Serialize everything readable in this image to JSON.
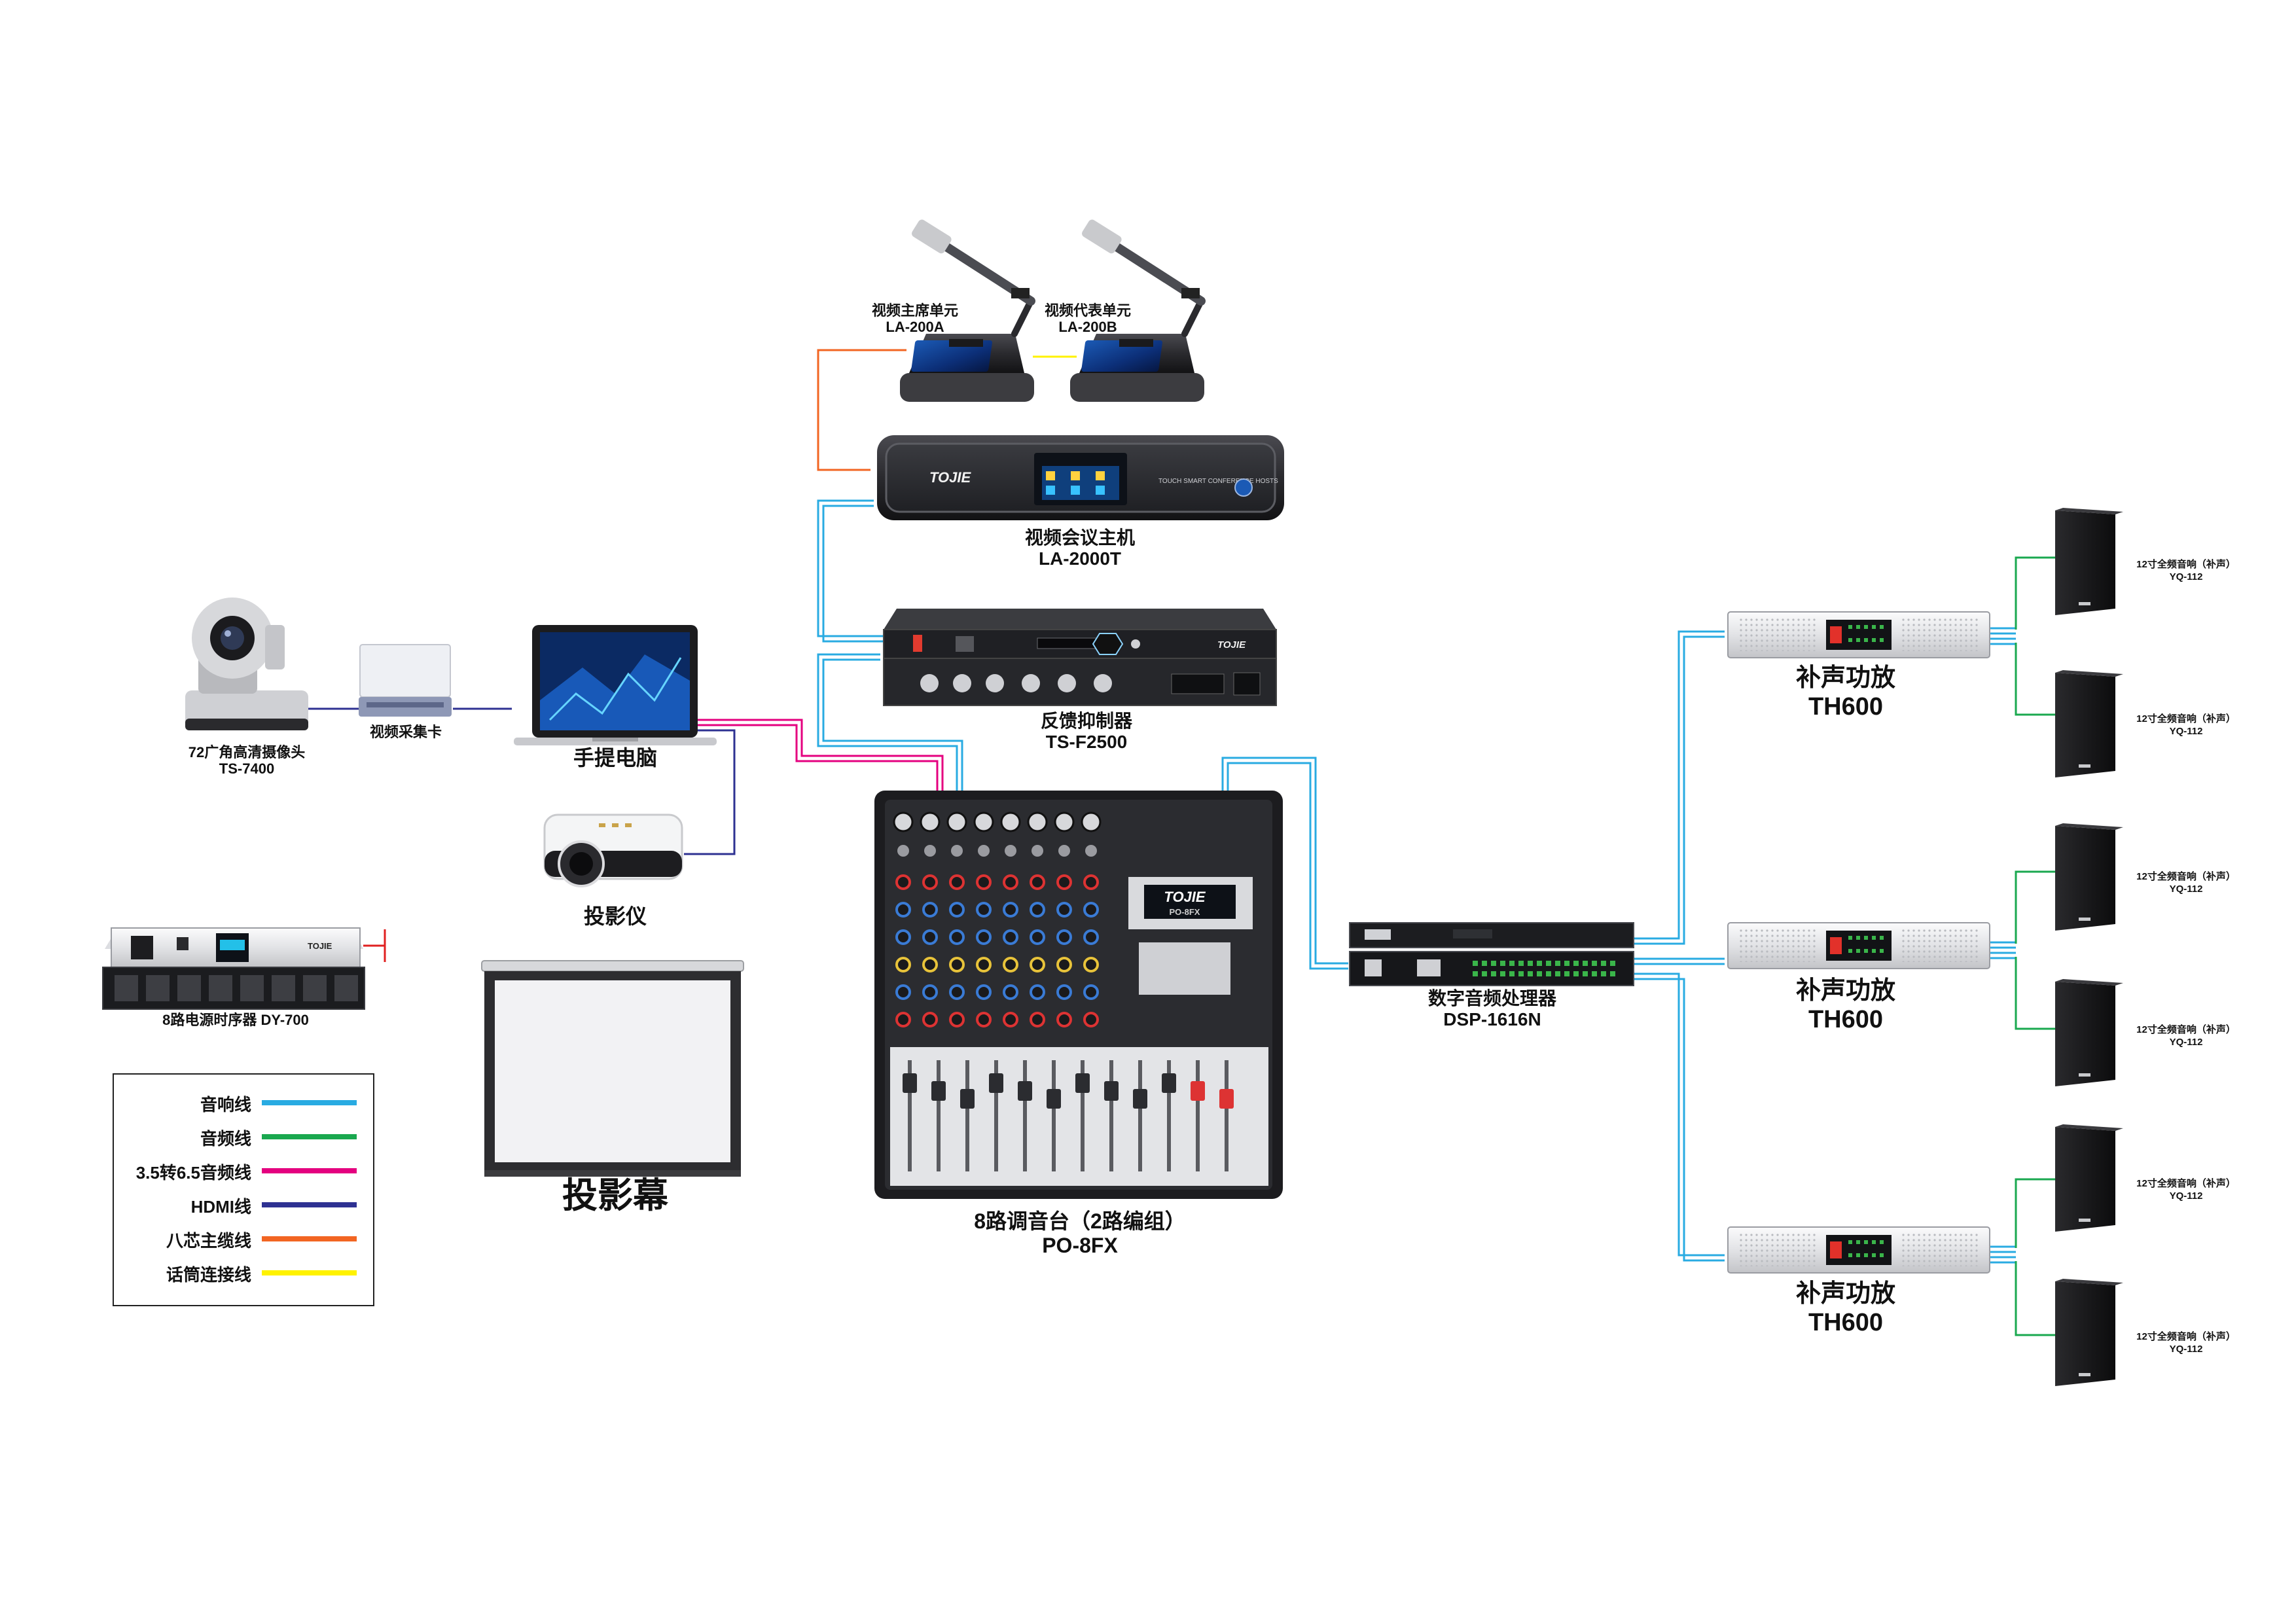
{
  "devices": {
    "chairman_unit": {
      "name": "视频主席单元",
      "model": "LA-200A"
    },
    "delegate_unit": {
      "name": "视频代表单元",
      "model": "LA-200B"
    },
    "conference_host": {
      "name": "视频会议主机",
      "model": "LA-2000T"
    },
    "feedback_suppressor": {
      "name": "反馈抑制器",
      "model": "TS-F2500"
    },
    "camera": {
      "name": "72广角高清摄像头",
      "model": "TS-7400"
    },
    "capture_card": {
      "name": "视频采集卡"
    },
    "laptop": {
      "name": "手提电脑"
    },
    "projector": {
      "name": "投影仪"
    },
    "power_sequencer": {
      "name": "8路电源时序器  DY-700"
    },
    "screen": {
      "name": "投影幕"
    },
    "mixer": {
      "name": "8路调音台（2路编组）",
      "model": "PO-8FX"
    },
    "dsp": {
      "name": "数字音频处理器",
      "model": "DSP-1616N"
    },
    "amplifiers": [
      {
        "name": "补声功放",
        "model": "TH600"
      },
      {
        "name": "补声功放",
        "model": "TH600"
      },
      {
        "name": "补声功放",
        "model": "TH600"
      }
    ],
    "speakers": [
      {
        "name": "12寸全频音响（补声）",
        "model": "YQ-112"
      },
      {
        "name": "12寸全频音响（补声）",
        "model": "YQ-112"
      },
      {
        "name": "12寸全频音响（补声）",
        "model": "YQ-112"
      },
      {
        "name": "12寸全频音响（补声）",
        "model": "YQ-112"
      },
      {
        "name": "12寸全频音响（补声）",
        "model": "YQ-112"
      },
      {
        "name": "12寸全频音响（补声）",
        "model": "YQ-112"
      }
    ]
  },
  "device_text": {
    "host_brand": "TOJIE",
    "host_panel_text": "TOUCH SMART CONFERENCE HOSTS",
    "mixer_brand": "TOJIE",
    "mixer_model_plate": "PO-8FX",
    "suppressor_brand": "TOJIE",
    "sequencer_brand": "TOJIE"
  },
  "legend": [
    {
      "label": "音响线",
      "color": "#29abe2"
    },
    {
      "label": "音频线",
      "color": "#1aa84f"
    },
    {
      "label": "3.5转6.5音频线",
      "color": "#e4007f"
    },
    {
      "label": "HDMI线",
      "color": "#2e3192"
    },
    {
      "label": "八芯主缆线",
      "color": "#f26522"
    },
    {
      "label": "话筒连接线",
      "color": "#fff200"
    }
  ],
  "colors": {
    "speaker_cable": "#29abe2",
    "audio_cable": "#1aa84f",
    "jack_cable": "#e4007f",
    "hdmi_cable": "#2e3192",
    "trunk_cable": "#f26522",
    "mic_cable": "#fff200",
    "device_dark": "#2b2b2e",
    "device_light": "#e9e9ec"
  }
}
